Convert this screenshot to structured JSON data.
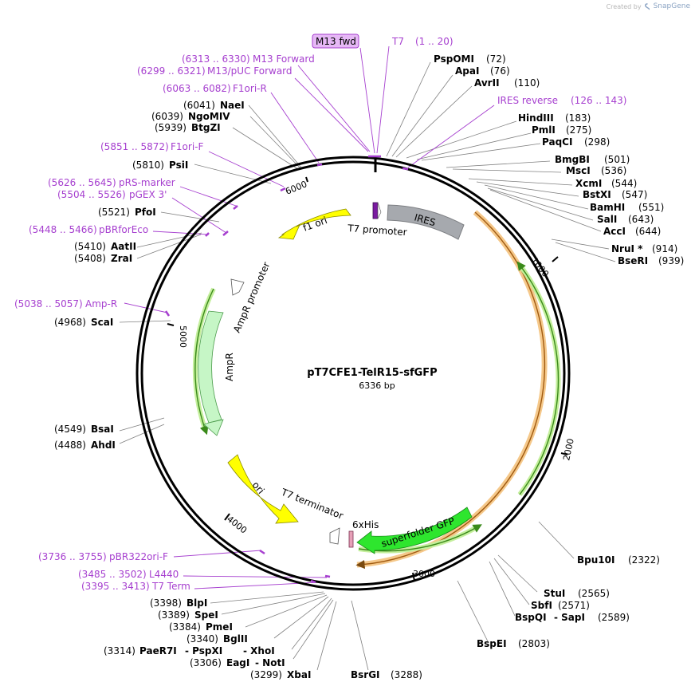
{
  "watermark": {
    "created_by": "Created by",
    "brand": "SnapGene",
    "icon": "snapgene-logo-icon"
  },
  "plasmid": {
    "name": "pT7CFE1-TelR15-sfGFP",
    "size": "6336 bp"
  },
  "ticks": [
    "1000",
    "2000",
    "3000",
    "4000",
    "5000",
    "6000"
  ],
  "features": [
    {
      "id": "ires",
      "label": "IRES",
      "color": "#a6a9ae"
    },
    {
      "id": "sfgfp",
      "label": "superfolder GFP",
      "color": "#2ee62e"
    },
    {
      "id": "ampr",
      "label": "AmpR",
      "color": "#c6f6c6"
    },
    {
      "id": "ori",
      "label": "ori",
      "color": "#ffff00"
    },
    {
      "id": "f1ori",
      "label": "f1 ori",
      "color": "#ffff00"
    },
    {
      "id": "t7promoter",
      "label": "T7 promoter"
    },
    {
      "id": "t7terminator",
      "label": "T7 terminator"
    },
    {
      "id": "ampr_promoter",
      "label": "AmpR promoter"
    },
    {
      "id": "his",
      "label": "6xHis"
    }
  ],
  "enzymes": [
    {
      "name": "PspOMI",
      "pos": "(72)"
    },
    {
      "name": "ApaI",
      "pos": "(76)"
    },
    {
      "name": "AvrII",
      "pos": "(110)"
    },
    {
      "name": "HindIII",
      "pos": "(183)"
    },
    {
      "name": "PmlI",
      "pos": "(275)"
    },
    {
      "name": "PaqCI",
      "pos": "(298)"
    },
    {
      "name": "BmgBI",
      "pos": "(501)"
    },
    {
      "name": "MscI",
      "pos": "(536)"
    },
    {
      "name": "XcmI",
      "pos": "(544)"
    },
    {
      "name": "BstXI",
      "pos": "(547)"
    },
    {
      "name": "BamHI",
      "pos": "(551)"
    },
    {
      "name": "SalI",
      "pos": "(643)"
    },
    {
      "name": "AccI",
      "pos": "(644)"
    },
    {
      "name": "NruI *",
      "pos": "(914)"
    },
    {
      "name": "BseRI",
      "pos": "(939)"
    },
    {
      "name": "Bpu10I",
      "pos": "(2322)"
    },
    {
      "name": "StuI",
      "pos": "(2565)"
    },
    {
      "name": "SbfI",
      "pos": "(2571)"
    },
    {
      "name": "BspQI",
      "pos": ""
    },
    {
      "name": "- SapI",
      "pos": "(2589)"
    },
    {
      "name": "BspEI",
      "pos": "(2803)"
    },
    {
      "name": "BsrGI",
      "pos": "(3288)"
    },
    {
      "name": "XbaI",
      "pos": "(3299)"
    },
    {
      "name": "EagI",
      "pos": "(3306)"
    },
    {
      "name": "- NotI",
      "pos": ""
    },
    {
      "name": "PaeR7I",
      "pos": "(3314)"
    },
    {
      "name": "- PspXI",
      "pos": ""
    },
    {
      "name": "- XhoI",
      "pos": ""
    },
    {
      "name": "BglII",
      "pos": "(3340)"
    },
    {
      "name": "PmeI",
      "pos": "(3384)"
    },
    {
      "name": "SpeI",
      "pos": "(3389)"
    },
    {
      "name": "BlpI",
      "pos": "(3398)"
    },
    {
      "name": "AhdI",
      "pos": "(4488)"
    },
    {
      "name": "BsaI",
      "pos": "(4549)"
    },
    {
      "name": "ScaI",
      "pos": "(4968)"
    },
    {
      "name": "ZraI",
      "pos": "(5408)"
    },
    {
      "name": "AatII",
      "pos": "(5410)"
    },
    {
      "name": "PfoI",
      "pos": "(5521)"
    },
    {
      "name": "PsiI",
      "pos": "(5810)"
    },
    {
      "name": "BtgZI",
      "pos": "(5939)"
    },
    {
      "name": "NgoMIV",
      "pos": "(6039)"
    },
    {
      "name": "NaeI",
      "pos": "(6041)"
    }
  ],
  "primers": [
    {
      "name": "M13 fwd",
      "range": ""
    },
    {
      "name": "T7",
      "range": "(1 .. 20)"
    },
    {
      "name": "M13 Forward",
      "range": "(6313 .. 6330)"
    },
    {
      "name": "M13/pUC Forward",
      "range": "(6299 .. 6321)"
    },
    {
      "name": "F1ori-R",
      "range": "(6063 .. 6082)"
    },
    {
      "name": "IRES reverse",
      "range": "(126 .. 143)"
    },
    {
      "name": "F1ori-F",
      "range": "(5851 .. 5872)"
    },
    {
      "name": "pRS-marker",
      "range": "(5626 .. 5645)"
    },
    {
      "name": "pGEX 3'",
      "range": "(5504 .. 5526)"
    },
    {
      "name": "pBRforEco",
      "range": "(5448 .. 5466)"
    },
    {
      "name": "Amp-R",
      "range": "(5038 .. 5057)"
    },
    {
      "name": "pBR322ori-F",
      "range": "(3736 .. 3755)"
    },
    {
      "name": "L4440",
      "range": "(3485 .. 3502)"
    },
    {
      "name": "T7 Term",
      "range": "(3395 .. 3413)"
    }
  ]
}
